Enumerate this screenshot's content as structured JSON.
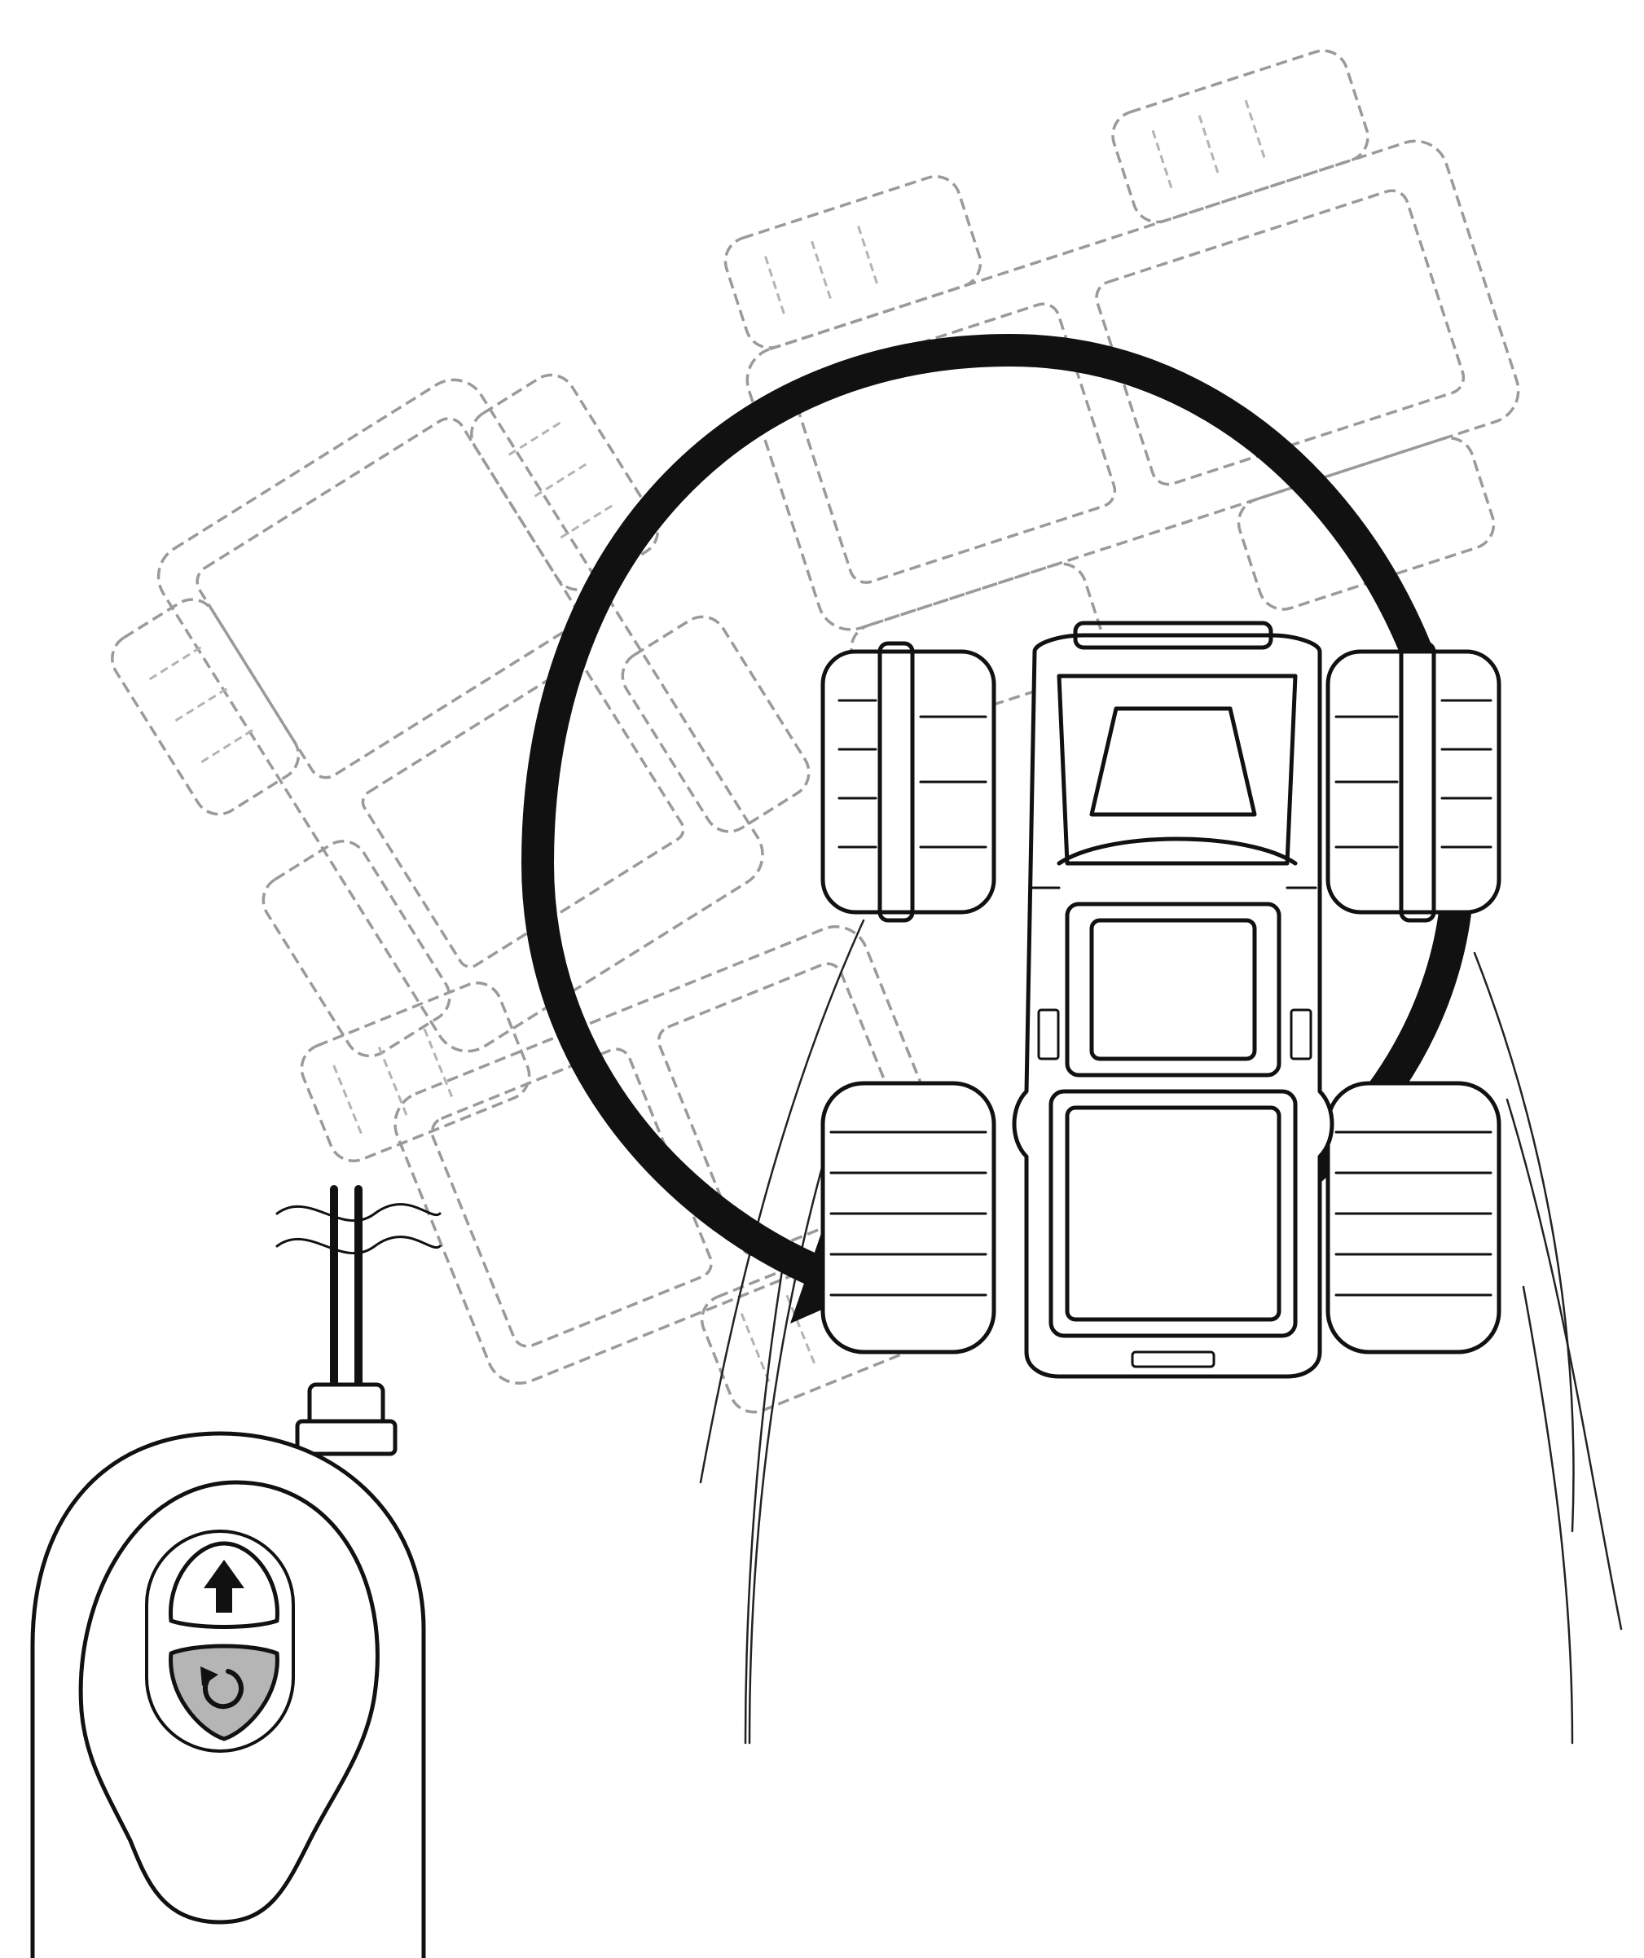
{
  "illustration": {
    "subject": "remote-control-truck-spin",
    "colors": {
      "ink": "#111111",
      "ghost": "#9a9a9a",
      "button_spin_fill": "#b5b5b5",
      "background": "#ffffff"
    }
  },
  "remote": {
    "buttons": [
      {
        "icon": "up-arrow-icon",
        "state": "normal"
      },
      {
        "icon": "rotate-icon",
        "state": "pressed"
      }
    ]
  },
  "motion": {
    "rotation": "counterclockwise",
    "arrow_icon": "curved-arrow-icon"
  }
}
